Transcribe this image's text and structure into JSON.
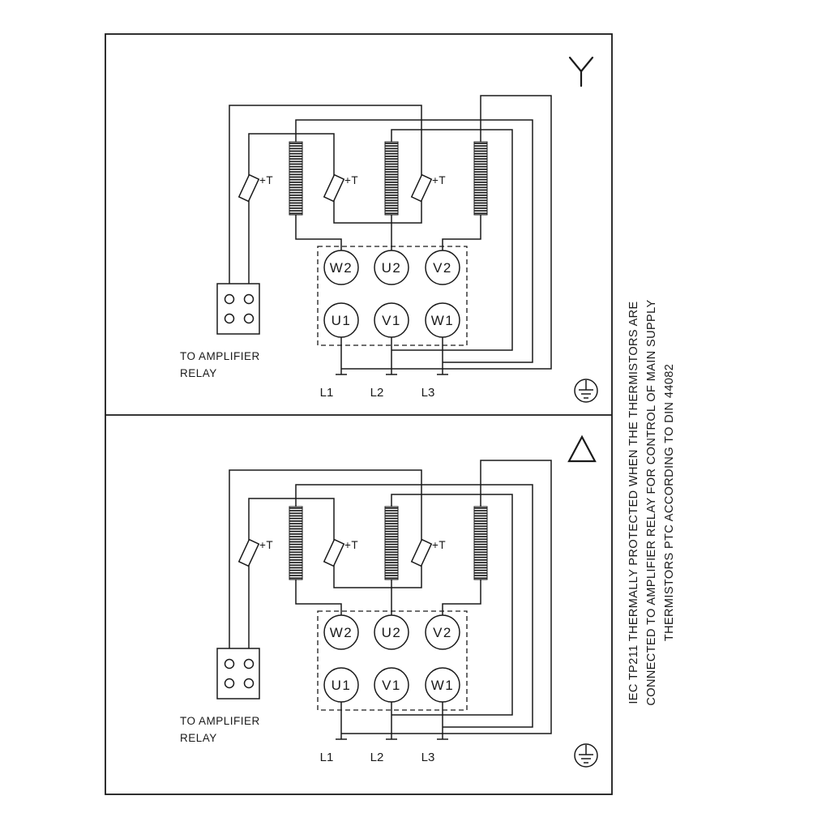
{
  "sheet": {
    "background": "#ffffff",
    "line_color": "#1a1a1a"
  },
  "diagram": {
    "terminals": {
      "top_row": [
        "W2",
        "U2",
        "V2"
      ],
      "bottom_row": [
        "U1",
        "V1",
        "W1"
      ]
    },
    "supply_lines": [
      "L1",
      "L2",
      "L3"
    ],
    "thermistor_label": "+T",
    "relay_caption": {
      "line1": "TO AMPLIFIER",
      "line2": "RELAY"
    },
    "connection_symbols": {
      "top_panel": "star",
      "bottom_panel": "delta"
    },
    "side_note_lines": [
      "IEC TP211 THERMALLY PROTECTED WHEN THE THERMISTORS ARE",
      "CONNECTED TO AMPLIFIER RELAY FOR CONTROL OF MAIN SUPPLY",
      "THERMISTORS PTC ACCORDING TO DIN 44082"
    ]
  }
}
